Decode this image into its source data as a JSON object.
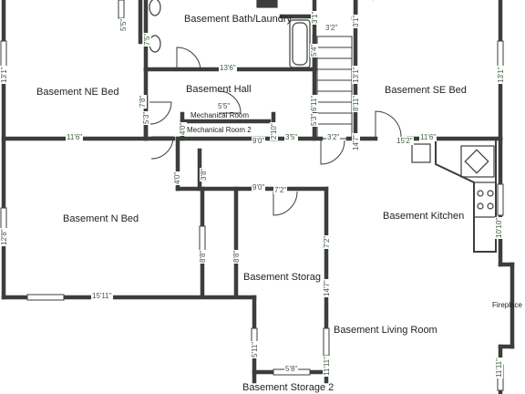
{
  "rooms": {
    "bath_laundry": "Basement Bath/Laundry",
    "ne_bed": "Basement NE Bed",
    "hall": "Basement Hall",
    "se_bed": "Basement SE Bed",
    "mechanical": "Mechanical Room",
    "mechanical2": "Mechanical Room 2",
    "n_bed": "Basement N Bed",
    "kitchen": "Basement Kitchen",
    "storage": "Basement Storag",
    "living": "Basement Living Room",
    "fireplace": "Fireplace",
    "storage2": "Basement Storage 2"
  },
  "dims": {
    "d_5_5_top": "5'5\"",
    "d_7_5": "7'5\"",
    "d_3_1a": "3'1\"",
    "d_3_1b": "3'1\"",
    "d_13_1_left": "13'1\"",
    "d_13_1_right": "13'1\"",
    "d_3_2_top": "3'2\"",
    "d_5_4": "5'4\"",
    "d_13_1_mid": "13'1\"",
    "d_13_6": "13'6\"",
    "d_7_8": "7'8\"",
    "d_6_11": "6'11\"",
    "d_8_11": "8'11\"",
    "d_5_3": "5'3\"",
    "d_5_3b": "5'3\"",
    "d_5_5_mech": "5'5\"",
    "d_4_0_mech": "4'0\"",
    "d_2_10": "2'10\"",
    "d_14_7_stair": "14'7\"",
    "d_11_6_left": "11'6\"",
    "d_9_0_hall": "9'0\"",
    "d_3_5": "3'5\"",
    "d_3_2_hall": "3'2\"",
    "d_15_2": "15'2\"",
    "d_11_6_right": "11'6\"",
    "d_4_0": "4'0\"",
    "d_3_8": "3'8\"",
    "d_9_0_stor": "9'0\"",
    "d_7_2_h": "7'2\"",
    "d_12_8": "12'8\"",
    "d_8_8a": "8'8\"",
    "d_8_8b": "8'8\"",
    "d_7_2_v": "7'2\"",
    "d_10_10": "10'10\"",
    "d_14_7": "14'7\"",
    "d_15_11": "15'11\"",
    "d_5_11": "5'11\"",
    "d_11_11": "11'11\"",
    "d_5_8": "5'8\"",
    "d_11_11_right": "11'11\""
  }
}
